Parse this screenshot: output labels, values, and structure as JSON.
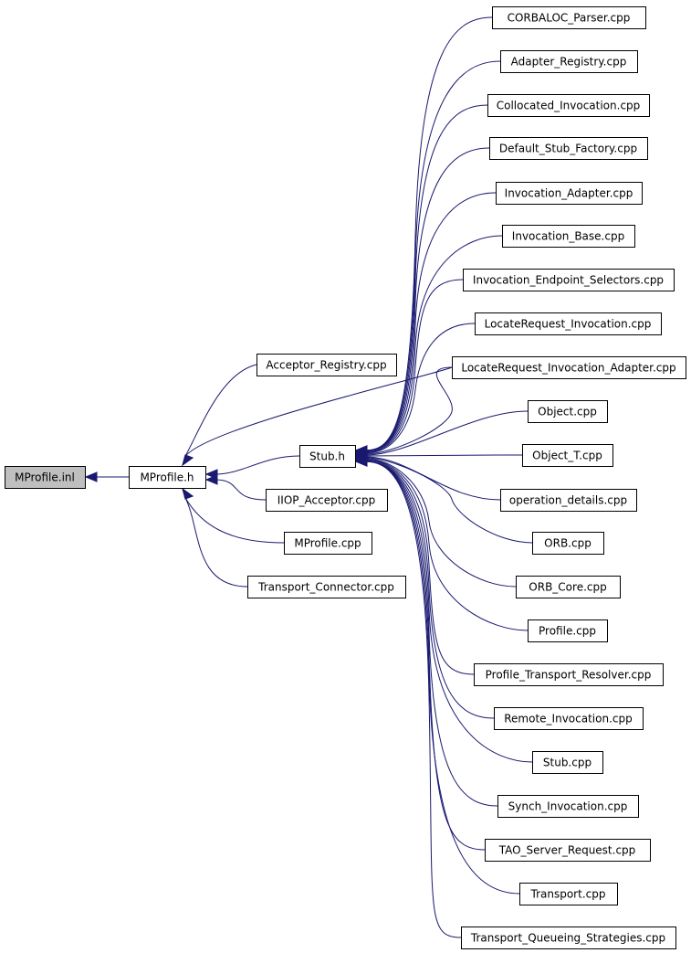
{
  "colors": {
    "edge": "#191970",
    "root_fill": "#bfbfbf",
    "node_fill": "#ffffff",
    "node_border": "#000000"
  },
  "nodes": [
    {
      "id": "mprofile_inl",
      "label": "MProfile.inl"
    },
    {
      "id": "mprofile_h",
      "label": "MProfile.h"
    },
    {
      "id": "acceptor_registry_cpp",
      "label": "Acceptor_Registry.cpp"
    },
    {
      "id": "stub_h",
      "label": "Stub.h"
    },
    {
      "id": "iiop_acceptor_cpp",
      "label": "IIOP_Acceptor.cpp"
    },
    {
      "id": "mprofile_cpp",
      "label": "MProfile.cpp"
    },
    {
      "id": "transport_connector_cpp",
      "label": "Transport_Connector.cpp"
    },
    {
      "id": "corbaloc_parser_cpp",
      "label": "CORBALOC_Parser.cpp"
    },
    {
      "id": "adapter_registry_cpp",
      "label": "Adapter_Registry.cpp"
    },
    {
      "id": "collocated_invocation_cpp",
      "label": "Collocated_Invocation.cpp"
    },
    {
      "id": "default_stub_factory_cpp",
      "label": "Default_Stub_Factory.cpp"
    },
    {
      "id": "invocation_adapter_cpp",
      "label": "Invocation_Adapter.cpp"
    },
    {
      "id": "invocation_base_cpp",
      "label": "Invocation_Base.cpp"
    },
    {
      "id": "invocation_endpoint_selectors_cpp",
      "label": "Invocation_Endpoint_Selectors.cpp"
    },
    {
      "id": "locaterequest_invocation_cpp",
      "label": "LocateRequest_Invocation.cpp"
    },
    {
      "id": "locaterequest_invocation_adapter_cpp",
      "label": "LocateRequest_Invocation_Adapter.cpp"
    },
    {
      "id": "object_cpp",
      "label": "Object.cpp"
    },
    {
      "id": "object_t_cpp",
      "label": "Object_T.cpp"
    },
    {
      "id": "operation_details_cpp",
      "label": "operation_details.cpp"
    },
    {
      "id": "orb_cpp",
      "label": "ORB.cpp"
    },
    {
      "id": "orb_core_cpp",
      "label": "ORB_Core.cpp"
    },
    {
      "id": "profile_cpp",
      "label": "Profile.cpp"
    },
    {
      "id": "profile_transport_resolver_cpp",
      "label": "Profile_Transport_Resolver.cpp"
    },
    {
      "id": "remote_invocation_cpp",
      "label": "Remote_Invocation.cpp"
    },
    {
      "id": "stub_cpp",
      "label": "Stub.cpp"
    },
    {
      "id": "synch_invocation_cpp",
      "label": "Synch_Invocation.cpp"
    },
    {
      "id": "tao_server_request_cpp",
      "label": "TAO_Server_Request.cpp"
    },
    {
      "id": "transport_cpp",
      "label": "Transport.cpp"
    },
    {
      "id": "transport_queueing_strategies_cpp",
      "label": "Transport_Queueing_Strategies.cpp"
    }
  ],
  "edges": [
    {
      "from": "mprofile_h",
      "to": "mprofile_inl"
    },
    {
      "from": "acceptor_registry_cpp",
      "to": "mprofile_h"
    },
    {
      "from": "stub_h",
      "to": "mprofile_h"
    },
    {
      "from": "iiop_acceptor_cpp",
      "to": "mprofile_h"
    },
    {
      "from": "mprofile_cpp",
      "to": "mprofile_h"
    },
    {
      "from": "transport_connector_cpp",
      "to": "mprofile_h"
    },
    {
      "from": "locaterequest_invocation_adapter_cpp",
      "to": "mprofile_h"
    },
    {
      "from": "corbaloc_parser_cpp",
      "to": "stub_h"
    },
    {
      "from": "adapter_registry_cpp",
      "to": "stub_h"
    },
    {
      "from": "collocated_invocation_cpp",
      "to": "stub_h"
    },
    {
      "from": "default_stub_factory_cpp",
      "to": "stub_h"
    },
    {
      "from": "invocation_adapter_cpp",
      "to": "stub_h"
    },
    {
      "from": "invocation_base_cpp",
      "to": "stub_h"
    },
    {
      "from": "invocation_endpoint_selectors_cpp",
      "to": "stub_h"
    },
    {
      "from": "locaterequest_invocation_cpp",
      "to": "stub_h"
    },
    {
      "from": "locaterequest_invocation_adapter_cpp",
      "to": "stub_h"
    },
    {
      "from": "object_cpp",
      "to": "stub_h"
    },
    {
      "from": "object_t_cpp",
      "to": "stub_h"
    },
    {
      "from": "operation_details_cpp",
      "to": "stub_h"
    },
    {
      "from": "orb_cpp",
      "to": "stub_h"
    },
    {
      "from": "orb_core_cpp",
      "to": "stub_h"
    },
    {
      "from": "profile_cpp",
      "to": "stub_h"
    },
    {
      "from": "profile_transport_resolver_cpp",
      "to": "stub_h"
    },
    {
      "from": "remote_invocation_cpp",
      "to": "stub_h"
    },
    {
      "from": "stub_cpp",
      "to": "stub_h"
    },
    {
      "from": "synch_invocation_cpp",
      "to": "stub_h"
    },
    {
      "from": "tao_server_request_cpp",
      "to": "stub_h"
    },
    {
      "from": "transport_cpp",
      "to": "stub_h"
    },
    {
      "from": "transport_queueing_strategies_cpp",
      "to": "stub_h"
    }
  ]
}
